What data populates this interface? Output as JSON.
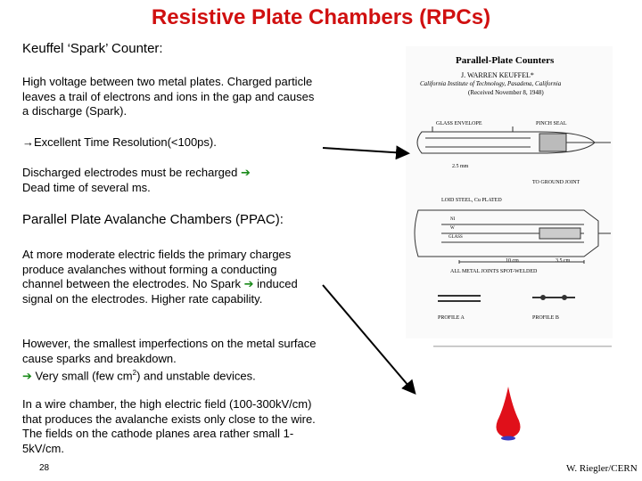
{
  "title": "Resistive Plate Chambers (RPCs)",
  "section1": {
    "heading": "Keuffel ‘Spark’ Counter:",
    "para1": "High voltage between two metal plates. Charged particle leaves a trail of electrons and ions in the gap and causes a discharge (Spark).",
    "para2_arrow": "→",
    "para2": "Excellent Time Resolution(<100ps).",
    "para3a": "Discharged electrodes must be recharged",
    "para3_arrow": "➔",
    "para3b": "Dead time of several ms."
  },
  "section2": {
    "heading": "Parallel Plate Avalanche Chambers (PPAC):",
    "para1a": "At more moderate electric fields the primary charges produce avalanches without forming a conducting channel between the electrodes. No Spark",
    "para1_arrow": "➔",
    "para1b": "induced signal on the electrodes. Higher rate capability.",
    "para2a": "However, the smallest imperfections on the metal surface cause sparks and breakdown.",
    "para2_arrow": "➔",
    "para2b": "Very small (few cm",
    "para2_sup": "2",
    "para2c": ") and unstable devices.",
    "para3": "In a wire chamber, the high electric field (100-300kV/cm) that produces the avalanche exists only close to the wire. The fields on the cathode planes area rather small 1-5kV/cm."
  },
  "figure": {
    "paper_title": "Parallel-Plate Counters",
    "author": "J. WARREN KEUFFEL*",
    "affiliation": "California Institute of Technology, Pasadena, California",
    "received": "(Received November 8, 1948)",
    "label_glass": "GLASS ENVELOPE",
    "label_pinch": "PINCH SEAL",
    "label_25mm": "2.5 mm",
    "label_ground": "TO GROUND JOINT",
    "label_steel": "LOID STEEL, Cu PLATED",
    "label_ni": "NI",
    "label_w": "W",
    "label_glass2": "GLASS",
    "label_35cm": "3.5 cm",
    "label_10cm": "10 cm",
    "label_joints": "ALL METAL JOINTS SPOT-WELDED",
    "label_profile_a": "PROFILE A",
    "label_profile_b": "PROFILE B"
  },
  "footer": {
    "page": "28",
    "author": "W. Riegler/CERN"
  },
  "colors": {
    "title": "#d01010",
    "arrow": "#1a8a1a",
    "drop": "#e0101a"
  }
}
